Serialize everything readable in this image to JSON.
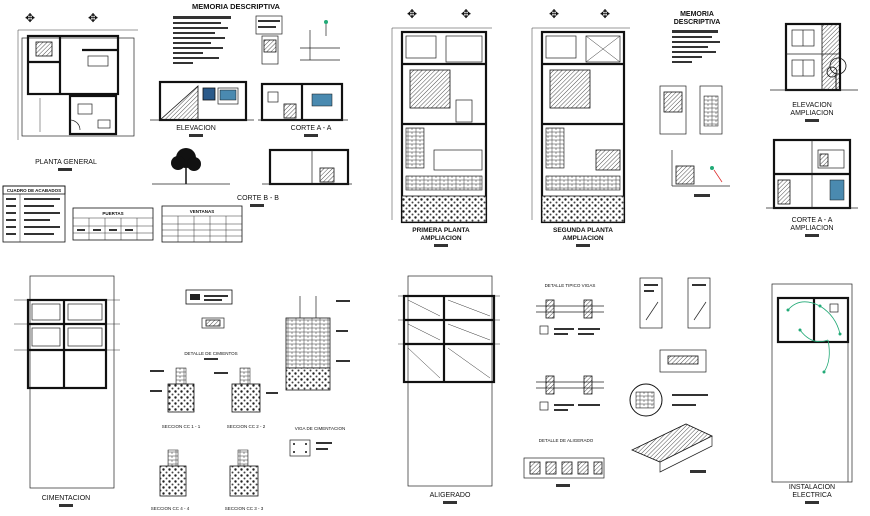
{
  "sheet": {
    "memoria_descriptiva_1": "MEMORIA DESCRIPTIVA",
    "memoria_descriptiva_2_line1": "MEMORIA",
    "memoria_descriptiva_2_line2": "DESCRIPTIVA",
    "planta_general": "PLANTA GENERAL",
    "elevacion": "ELEVACION",
    "corte_a_a": "CORTE A - A",
    "corte_b_b": "CORTE B - B",
    "cuadro_acabados": "CUADRO DE ACABADOS",
    "puertas": "PUERTAS",
    "ventanas": "VENTANAS",
    "primera_planta_1": "PRIMERA PLANTA",
    "primera_planta_2": "AMPLIACION",
    "segunda_planta_1": "SEGUNDA PLANTA",
    "segunda_planta_2": "AMPLIACION",
    "elevacion_amp_1": "ELEVACION",
    "elevacion_amp_2": "AMPLIACION",
    "corte_amp_1": "CORTE A - A",
    "corte_amp_2": "AMPLIACION",
    "cimentacion": "CIMENTACION",
    "detalle_cimientos": "DETALLE DE CIMIENTOS",
    "seccion_1": "SECCION CC 1 - 1",
    "seccion_2": "SECCION CC 2 - 2",
    "seccion_3": "SECCION CC 3 - 3",
    "seccion_4": "SECCION CC 4 - 4",
    "viga_cimentacion": "VIGA DE CIMENTACION",
    "aligerado": "ALIGERADO",
    "detalle_vigas": "DETALLE TIPICO VIGAS",
    "detalle_aligerado": "DETALLE DE ALIGERADO",
    "instalacion_1": "INSTALACION",
    "instalacion_2": "ELECTRICA"
  }
}
